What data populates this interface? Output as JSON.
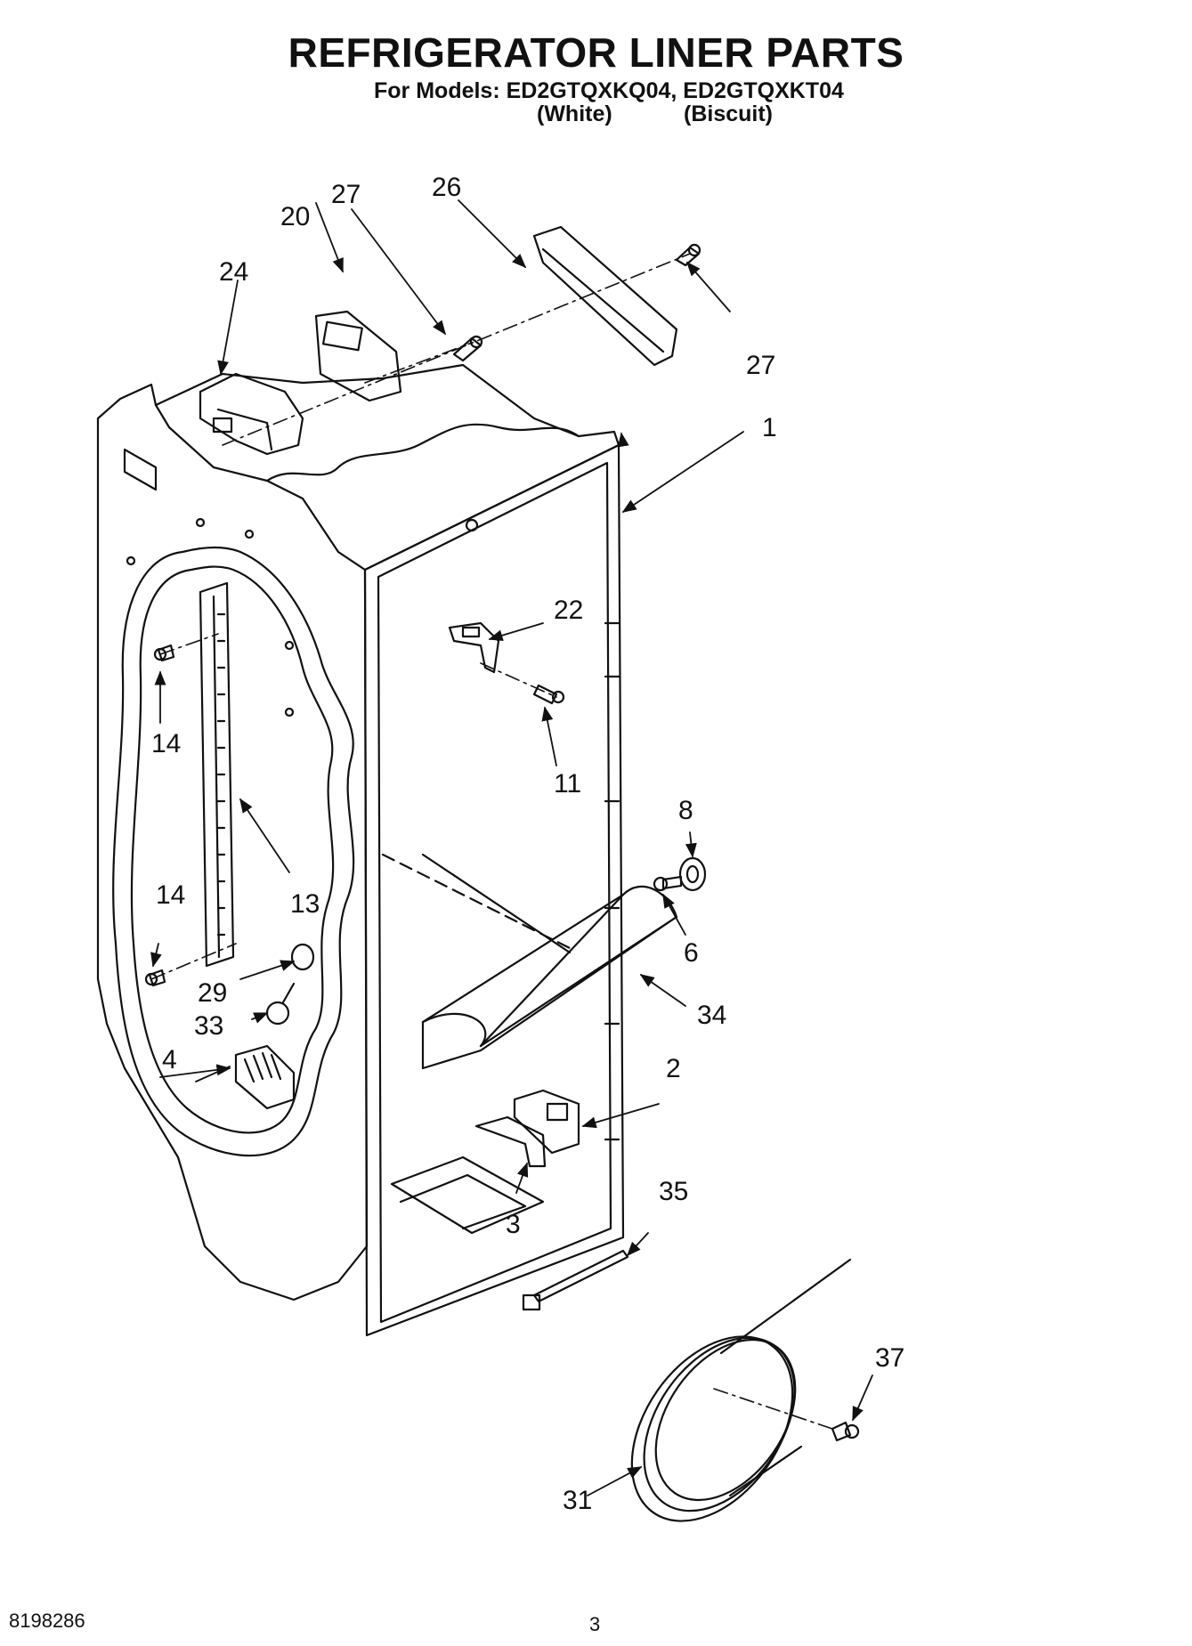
{
  "header": {
    "title": "REFRIGERATOR LINER PARTS",
    "models_line": "For Models: ED2GTQXKQ04, ED2GTQXKT04",
    "color_1": "(White)",
    "color_2": "(Biscuit)"
  },
  "callouts": {
    "p1": "1",
    "p2": "2",
    "p3": "3",
    "p4": "4",
    "p6": "6",
    "p8": "8",
    "p11": "11",
    "p13": "13",
    "p14a": "14",
    "p14b": "14",
    "p20": "20",
    "p22": "22",
    "p24": "24",
    "p26": "26",
    "p27a": "27",
    "p27b": "27",
    "p29": "29",
    "p31": "31",
    "p33": "33",
    "p34": "34",
    "p35": "35",
    "p37": "37"
  },
  "footer": {
    "doc_number": "8198286",
    "page_number": "3"
  }
}
